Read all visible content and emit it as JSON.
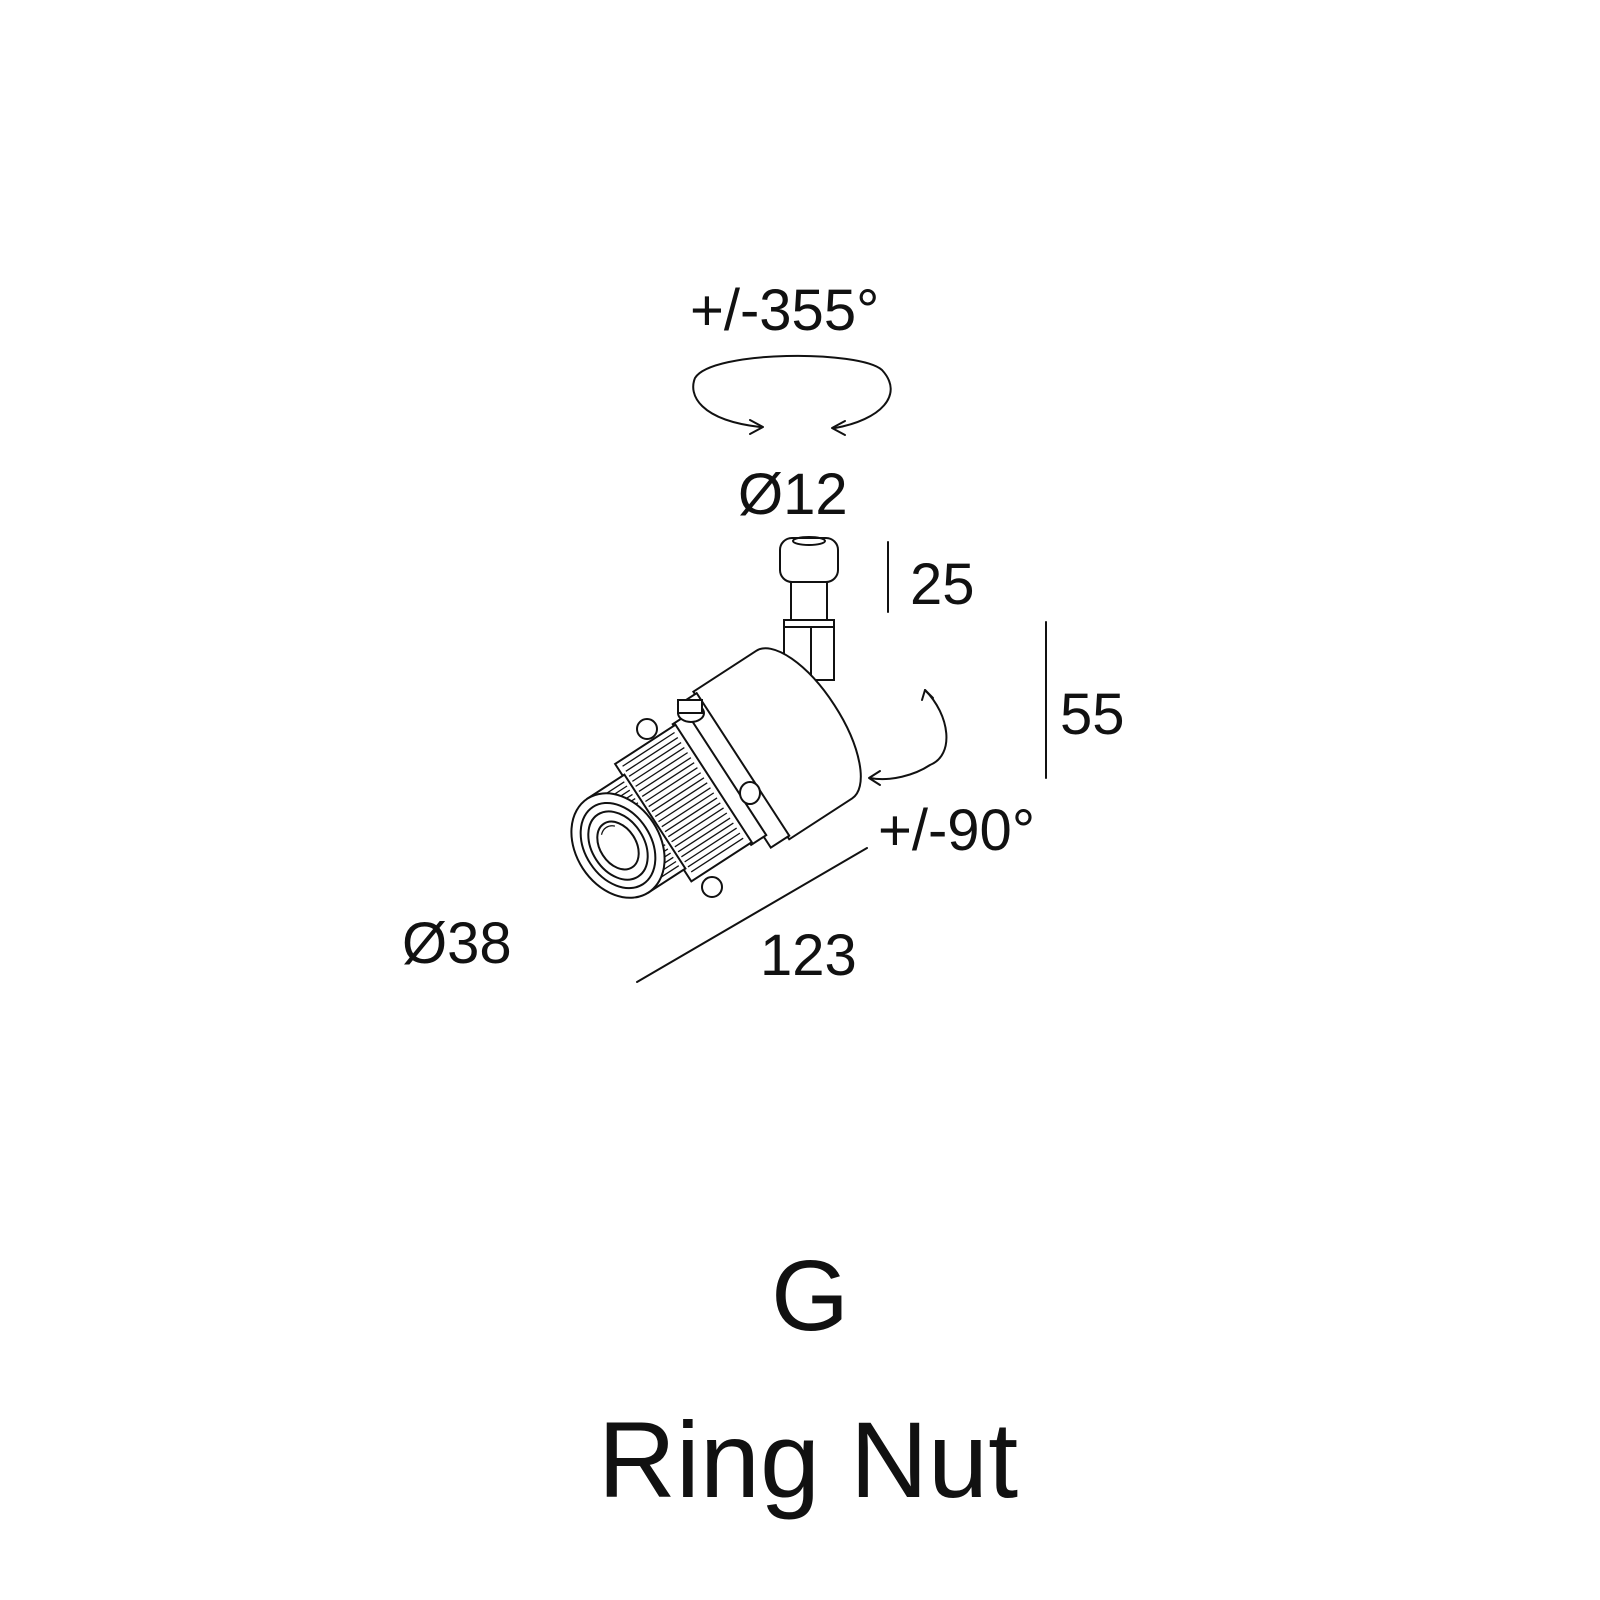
{
  "dimensions": {
    "pan_rotation": "+/-355°",
    "pin_diameter": "Ø12",
    "pin_height": "25",
    "body_height": "55",
    "tilt_rotation": "+/-90°",
    "head_diameter": "Ø38",
    "length": "123"
  },
  "variant": {
    "code": "G",
    "name": "Ring Nut"
  }
}
